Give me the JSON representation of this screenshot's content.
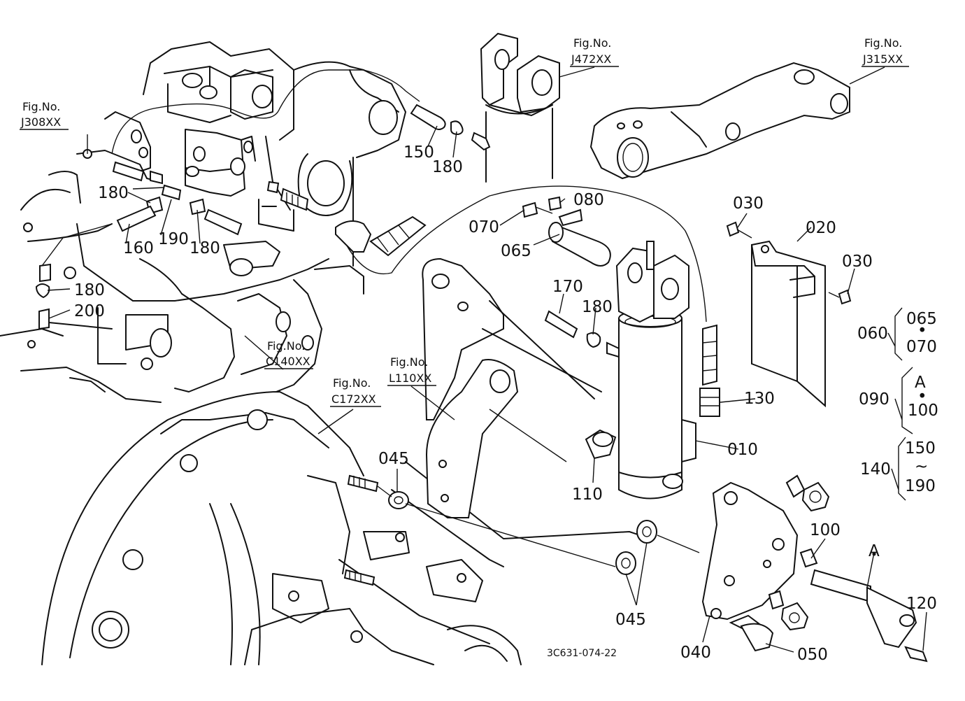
{
  "figure_refs": [
    {
      "id": "j308",
      "line1": "Fig.No.",
      "line2": "J308XX"
    },
    {
      "id": "j472",
      "line1": "Fig.No.",
      "line2": "J472XX"
    },
    {
      "id": "j315",
      "line1": "Fig.No.",
      "line2": "J315XX"
    },
    {
      "id": "c140",
      "line1": "Fig.No.",
      "line2": "C140XX"
    },
    {
      "id": "l110",
      "line1": "Fig.No.",
      "line2": "L110XX"
    },
    {
      "id": "c172",
      "line1": "Fig.No.",
      "line2": "C172XX"
    }
  ],
  "part_labels": [
    "150",
    "180",
    "080",
    "030",
    "020",
    "030",
    "180",
    "160",
    "190",
    "180",
    "070",
    "065",
    "180",
    "200",
    "170",
    "180",
    "130",
    "010",
    "045",
    "110",
    "100",
    "045",
    "040",
    "050",
    "120",
    "A"
  ],
  "groups": [
    {
      "parent": "060",
      "top": "065",
      "sep": "•",
      "bottom": "070"
    },
    {
      "parent": "090",
      "top": "A",
      "sep": "•",
      "bottom": "100"
    },
    {
      "parent": "140",
      "top": "150",
      "sep": "~",
      "bottom": "190"
    }
  ],
  "drawing_code": "3C631-074-22"
}
